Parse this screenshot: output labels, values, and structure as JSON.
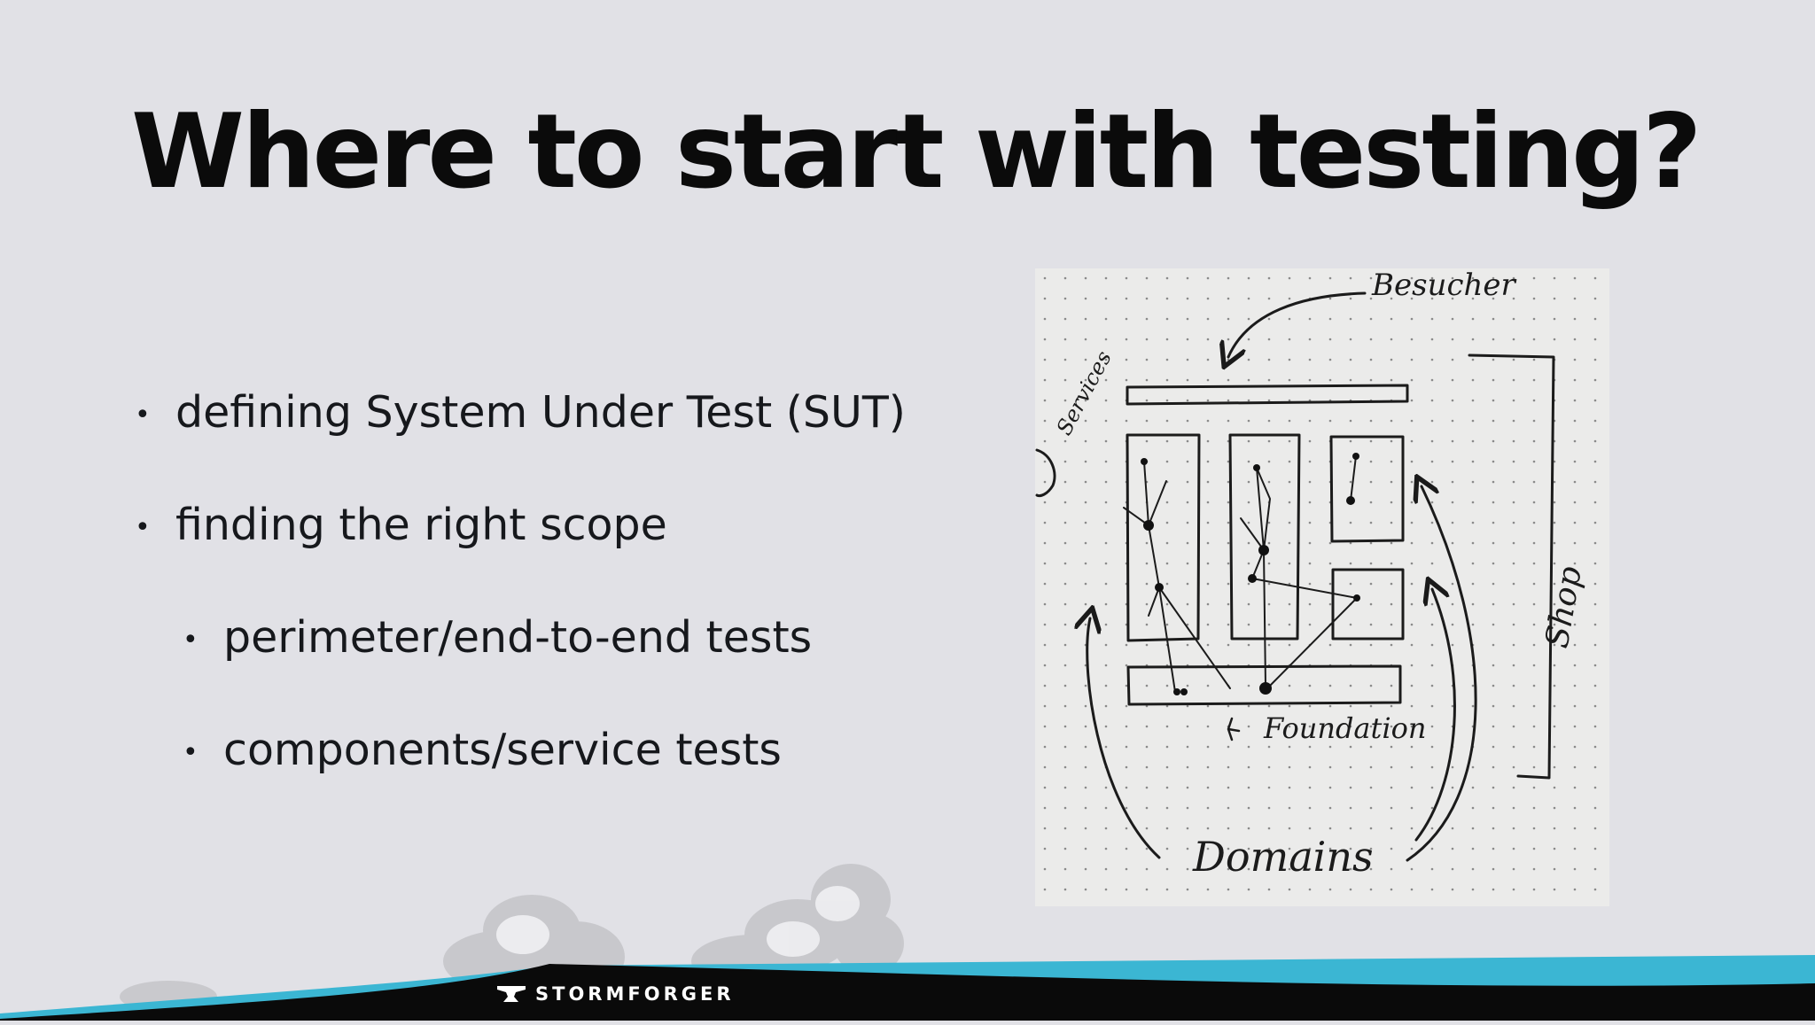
{
  "slide": {
    "title": "Where to start with testing?",
    "bullets": [
      {
        "text": "defining System Under Test (SUT)",
        "level": 1
      },
      {
        "text": "finding the right scope",
        "level": 1
      },
      {
        "text": "perimeter/end-to-end tests",
        "level": 2
      },
      {
        "text": "components/service tests",
        "level": 2
      }
    ],
    "sketch": {
      "labels": {
        "visitor": "Besucher",
        "services": "Services",
        "shop": "Shop",
        "foundation": "Foundation",
        "domains": "Domains"
      }
    },
    "brand": {
      "name": "STORMFORGER",
      "accent_color": "#3bb6d3",
      "band_color": "#0a0a0a"
    }
  }
}
